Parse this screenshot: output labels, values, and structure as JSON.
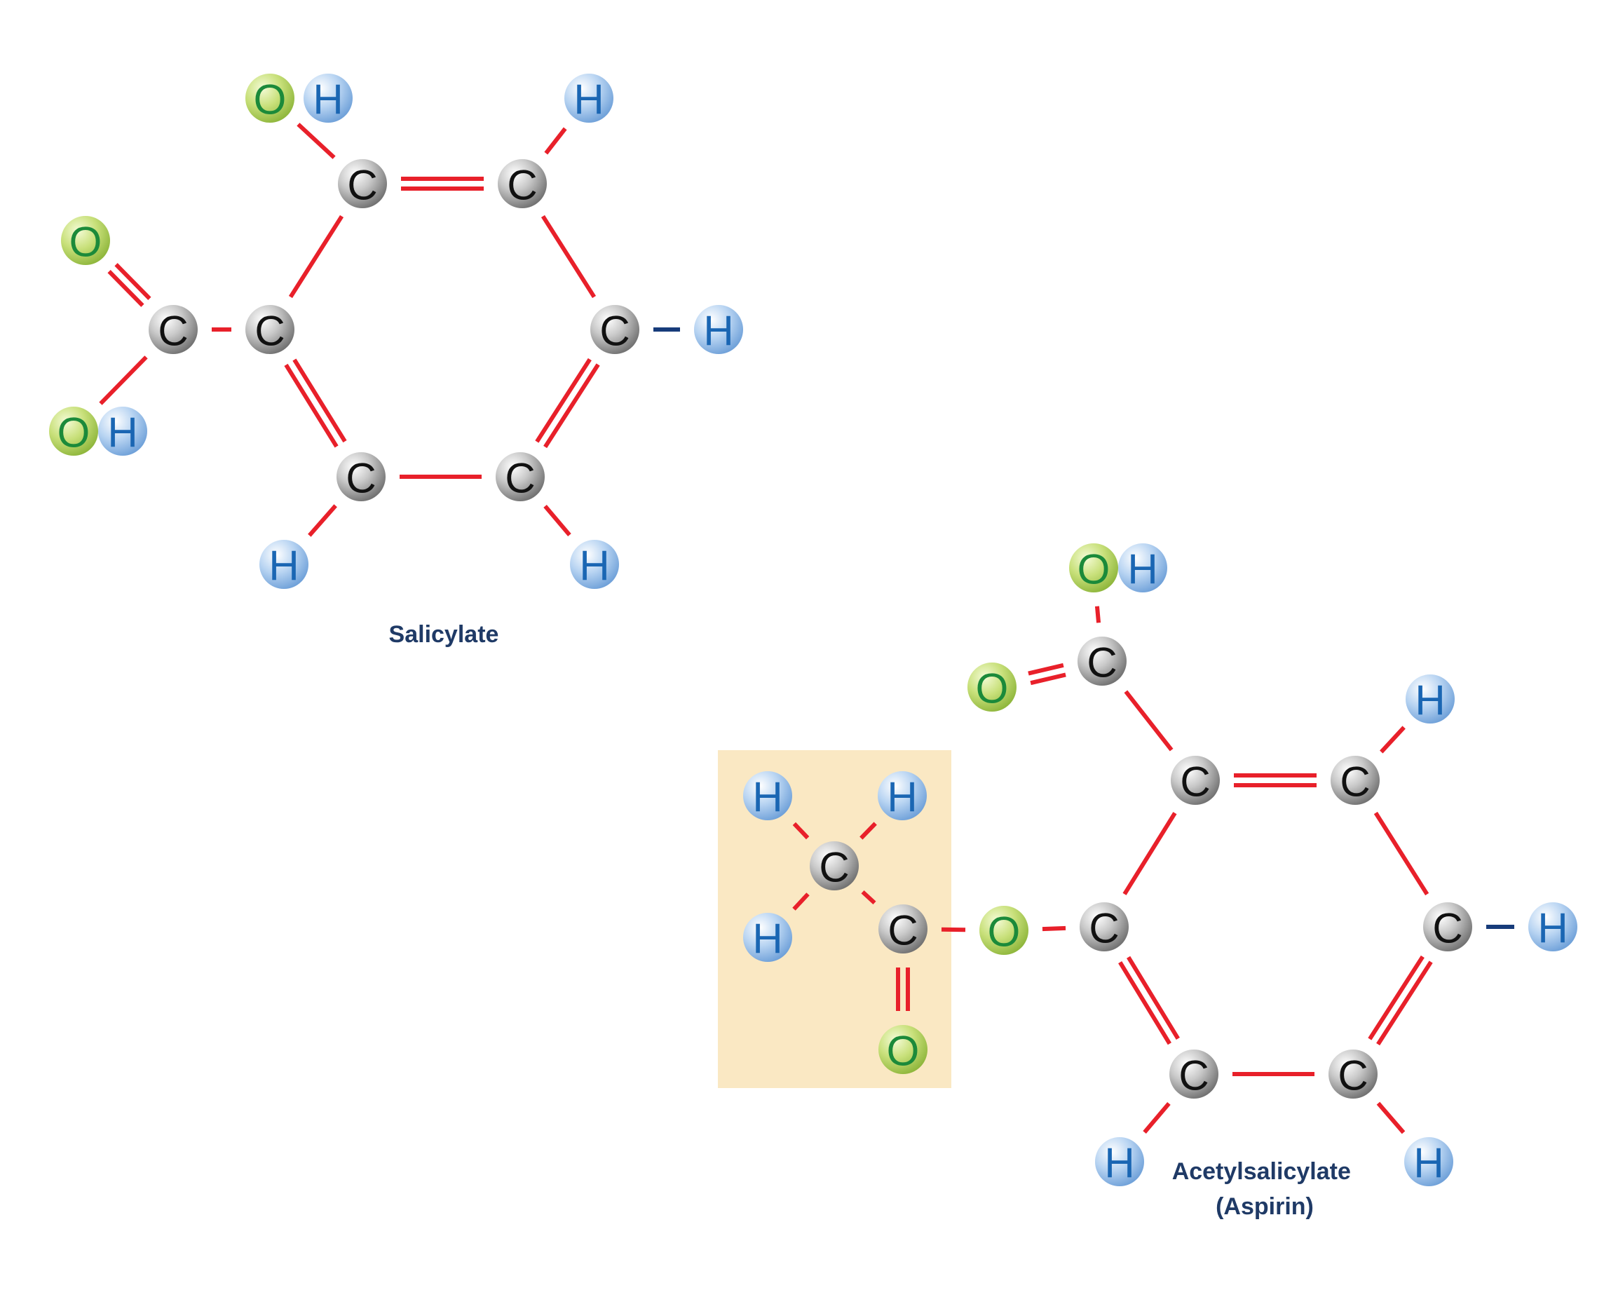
{
  "colors": {
    "bond": "#e8202a",
    "bond_ch": "#173b7a",
    "highlight": "#fae8c3",
    "caption": "#1f3a66",
    "carbon_label": "#111111",
    "hydrogen_label": "#1a66b3",
    "oxygen_label": "#1b8a3a"
  },
  "atom_labels": {
    "C": "C",
    "H": "H",
    "O": "O"
  },
  "molecules": [
    {
      "id": "salicylate",
      "name": "Salicylate",
      "caption_lines": [
        "Salicylate"
      ]
    },
    {
      "id": "acetylsalicylate",
      "name": "Acetylsalicylate (Aspirin)",
      "caption_lines": [
        "Acetylsalicylate",
        "(Aspirin)"
      ]
    }
  ]
}
